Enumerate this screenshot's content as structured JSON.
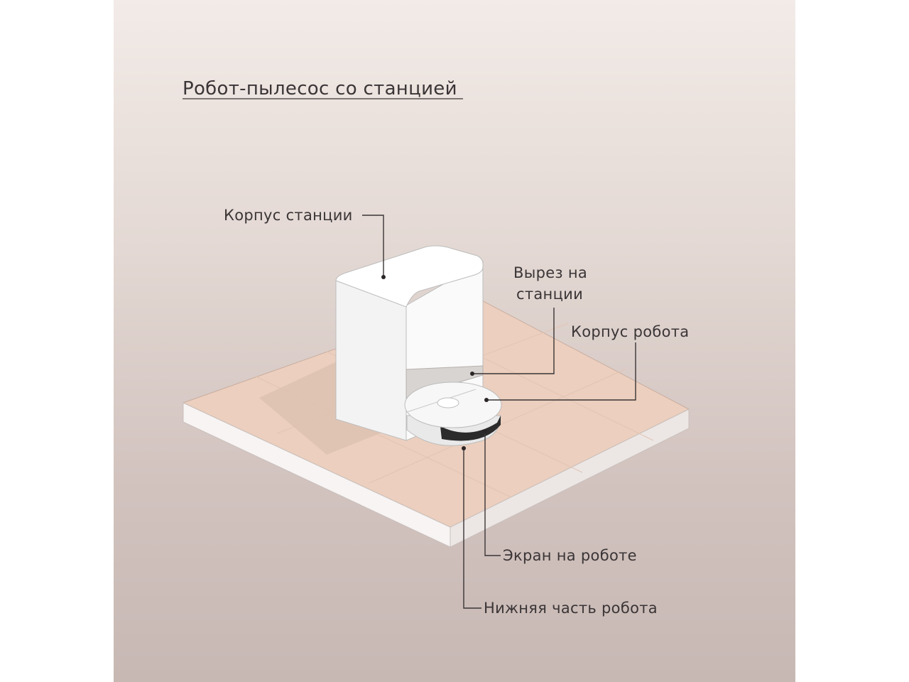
{
  "title": "Робот-пылесос со станцией",
  "labels": {
    "station_body": "Корпус станции",
    "station_cutout_line1": "Вырез на",
    "station_cutout_line2": "станции",
    "robot_body": "Корпус робота",
    "robot_screen": "Экран на роботе",
    "robot_bottom": "Нижняя часть робота"
  },
  "colors": {
    "floor_top": "#eccfbe",
    "station": "#fafafa",
    "text": "#3a3536"
  }
}
